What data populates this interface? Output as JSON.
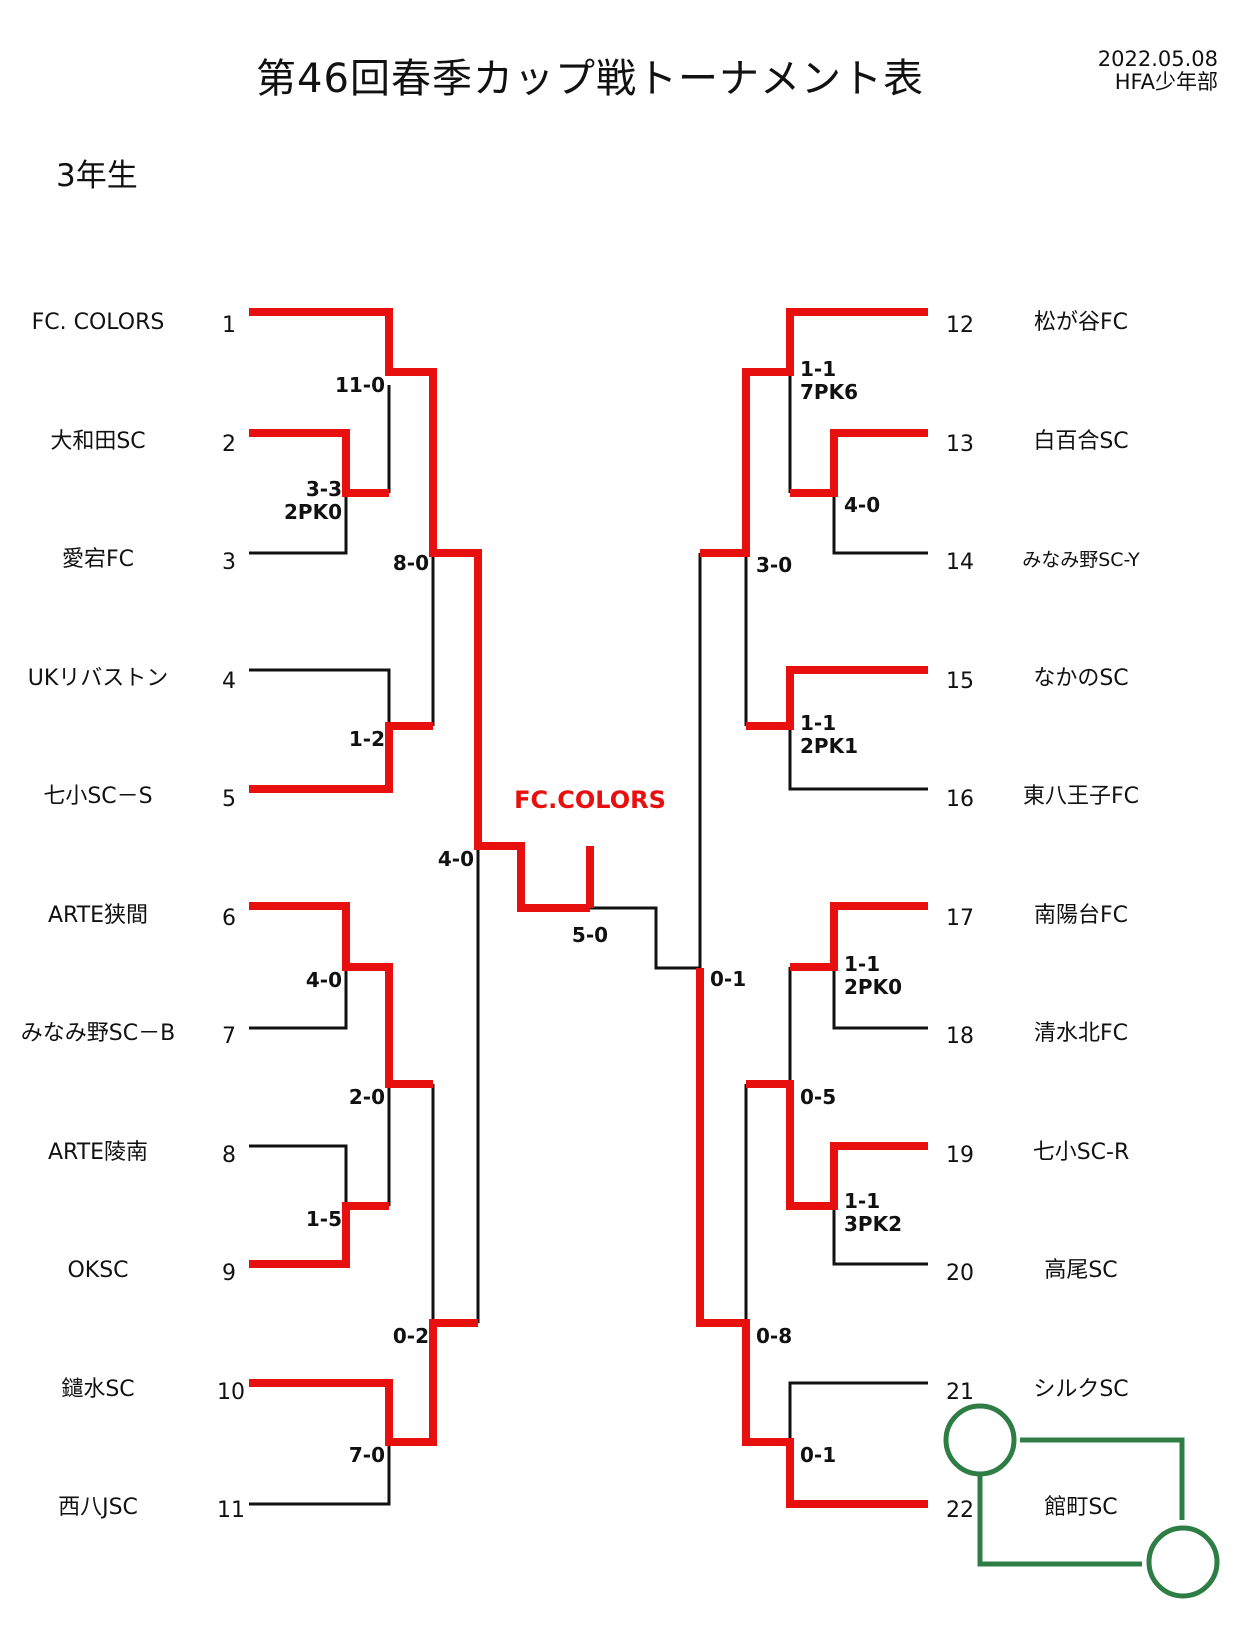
{
  "header": {
    "title": "第46回春季カップ戦トーナメント表",
    "date": "2022.05.08",
    "organizer": "HFA少年部",
    "grade": "3年生"
  },
  "colors": {
    "winner_path": "#e8100f",
    "loser_path": "#111111",
    "annotation": "#2e7d45"
  },
  "teams": [
    {
      "no": "1",
      "name": "FC. COLORS"
    },
    {
      "no": "2",
      "name": "大和田SC"
    },
    {
      "no": "3",
      "name": "愛宕FC"
    },
    {
      "no": "4",
      "name": "UKリバストン"
    },
    {
      "no": "5",
      "name": "七小SC－S"
    },
    {
      "no": "6",
      "name": "ARTE狭間"
    },
    {
      "no": "7",
      "name": "みなみ野SC－B"
    },
    {
      "no": "8",
      "name": "ARTE陵南"
    },
    {
      "no": "9",
      "name": "OKSC"
    },
    {
      "no": "10",
      "name": "鑓水SC"
    },
    {
      "no": "11",
      "name": "西八JSC"
    },
    {
      "no": "12",
      "name": "松が谷FC"
    },
    {
      "no": "13",
      "name": "白百合SC"
    },
    {
      "no": "14",
      "name": "みなみ野SC-Y"
    },
    {
      "no": "15",
      "name": "なかのSC"
    },
    {
      "no": "16",
      "name": "東八王子FC"
    },
    {
      "no": "17",
      "name": "南陽台FC"
    },
    {
      "no": "18",
      "name": "清水北FC"
    },
    {
      "no": "19",
      "name": "七小SC-R"
    },
    {
      "no": "20",
      "name": "高尾SC"
    },
    {
      "no": "21",
      "name": "シルクSC"
    },
    {
      "no": "22",
      "name": "館町SC"
    }
  ],
  "scores": {
    "r1_1_23": "11-0",
    "r1_2_3": "3-3",
    "r1_2_3_pk": "2PK0",
    "r2_1_3_45": "8-0",
    "r1_4_5": "1-2",
    "r1_6_7": "4-0",
    "r2_67_89": "2-0",
    "r1_8_9": "1-5",
    "r3_top_left": "4-0",
    "r3_bottom_left": "0-2",
    "r1_10_11": "7-0",
    "final": "5-0",
    "r1_12_1314": "1-1",
    "r1_12_1314_pk": "7PK6",
    "r1_13_14": "4-0",
    "r2_12_1516": "3-0",
    "r1_15_16": "1-1",
    "r1_15_16_pk": "2PK1",
    "r1_17_18": "1-1",
    "r1_17_18_pk": "2PK0",
    "semi_right": "0-1",
    "r2_1718_1920": "0-5",
    "r1_19_20": "1-1",
    "r1_19_20_pk": "3PK2",
    "r3_bottom_right": "0-8",
    "r1_21_22": "0-1"
  },
  "champion": "FC.COLORS"
}
